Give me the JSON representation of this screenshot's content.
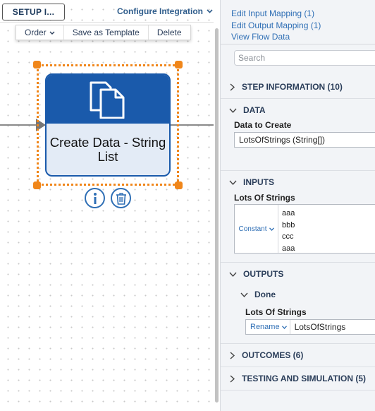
{
  "canvas": {
    "setup_button": "SETUP I...",
    "configure_integration": "Configure Integration",
    "toolbar": {
      "order": "Order",
      "save_as_template": "Save as Template",
      "delete": "Delete"
    },
    "node": {
      "label": "Create Data - String List",
      "icon": "documents-icon"
    },
    "node_actions": {
      "info_icon": "info-icon",
      "trash_icon": "trash-icon"
    }
  },
  "panel": {
    "links": {
      "edit_input_mapping": "Edit Input Mapping (1)",
      "edit_output_mapping": "Edit Output Mapping (1)",
      "view_flow_data": "View Flow Data"
    },
    "search_placeholder": "Search",
    "sections": {
      "step_information": "STEP INFORMATION (10)",
      "data": "DATA",
      "inputs": "INPUTS",
      "outputs": "OUTPUTS",
      "done": "Done",
      "outcomes": "OUTCOMES (6)",
      "testing": "TESTING AND SIMULATION (5)"
    },
    "data_to_create": {
      "label": "Data to Create",
      "value": "LotsOfStrings (String[])"
    },
    "lots_of_strings_input": {
      "label": "Lots Of Strings",
      "mode": "Constant",
      "values": [
        "aaa",
        "bbb",
        "ccc",
        "aaa"
      ]
    },
    "lots_of_strings_output": {
      "label": "Lots Of Strings",
      "mode": "Rename",
      "value": "LotsOfStrings"
    }
  },
  "colors": {
    "accent_blue": "#1a5aab",
    "link_blue": "#2f6fb5",
    "selection_orange": "#f0861a",
    "panel_bg": "#f2f4f7"
  }
}
